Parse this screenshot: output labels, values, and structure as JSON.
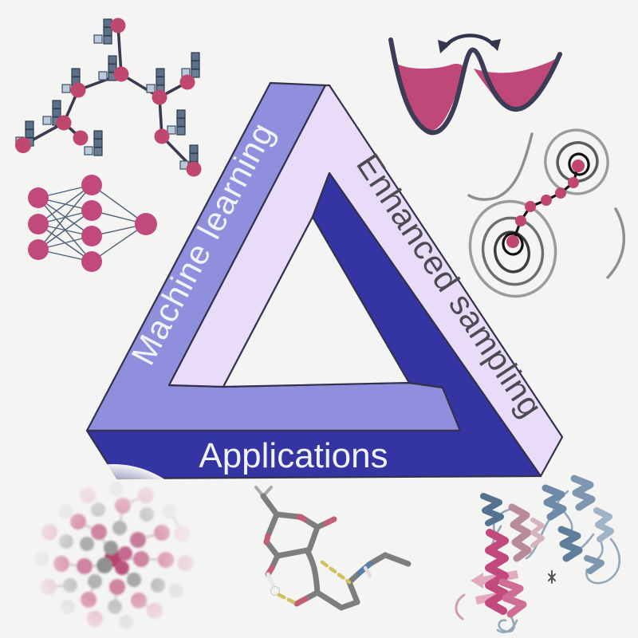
{
  "figure": {
    "description_labels": {
      "machine_learning": "Machine learning",
      "enhanced_sampling": "Enhanced sampling",
      "applications": "Applications"
    }
  },
  "colors": {
    "background": "#f4f4f2",
    "triangle_left_band": "#8f8fdd",
    "triangle_right_band": "#e9dcf8",
    "triangle_bottom_band": "#3434a2",
    "triangle_outline": "#32324e",
    "label_light": "#f2f2fa",
    "label_dark": "#4b4b52",
    "node_pink": "#c0486f",
    "edge_dark": "#3b3b4f",
    "histogram_dark": "#5d7089",
    "histogram_light": "#b9cadb",
    "well_liquid": "#bf4879",
    "well_stroke": "#3a3c58",
    "contour_gray": "#979797",
    "carbon_gray": "#7e7e7e",
    "oxygen_pink": "#c35e77",
    "nitrogen_blue": "#5b7fa6",
    "hbond_yellow": "#cfc063",
    "helix_pink": "#c2497b",
    "helix_blue": "#6d8ba8"
  },
  "icons": [
    "molecular-graph-illustration",
    "neural-network-illustration",
    "double-well-potential-illustration",
    "free-energy-landscape-illustration",
    "penrose-triangle",
    "nanoparticle-cluster-illustration",
    "molecule-hbond-illustration",
    "protein-cartoon-illustration"
  ]
}
